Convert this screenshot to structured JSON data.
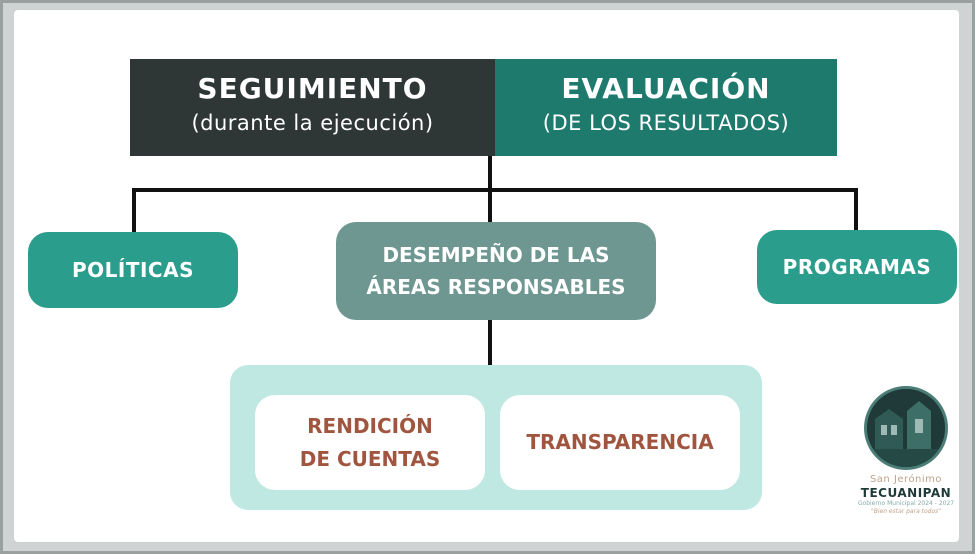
{
  "header": {
    "left_title": "SEGUIMIENTO",
    "left_subtitle": "(durante la ejecución)",
    "right_title": "EVALUACIÓN",
    "right_subtitle": "(DE LOS RESULTADOS)"
  },
  "nodes": {
    "politicas": "POLÍTICAS",
    "desempeno_line1": "DESEMPEÑO DE LAS",
    "desempeno_line2": "ÁREAS RESPONSABLES",
    "programas": "PROGRAMAS"
  },
  "results": {
    "rendicion_line1": "RENDICIÓN",
    "rendicion_line2": "DE CUENTAS",
    "transparencia": "TRANSPARENCIA"
  },
  "logo": {
    "line1": "San Jerónimo",
    "line2": "TECUANIPAN",
    "line3": "Gobierno Municipal 2024 - 2027",
    "line4": "\"Bien estar para todos\""
  },
  "colors": {
    "dark_header": "#2f3636",
    "teal_header": "#1f7a6e",
    "teal_node": "#2a9d8c",
    "gray_node": "#6e9791",
    "result_area": "#bfe8e3",
    "result_text": "#a0553f"
  }
}
